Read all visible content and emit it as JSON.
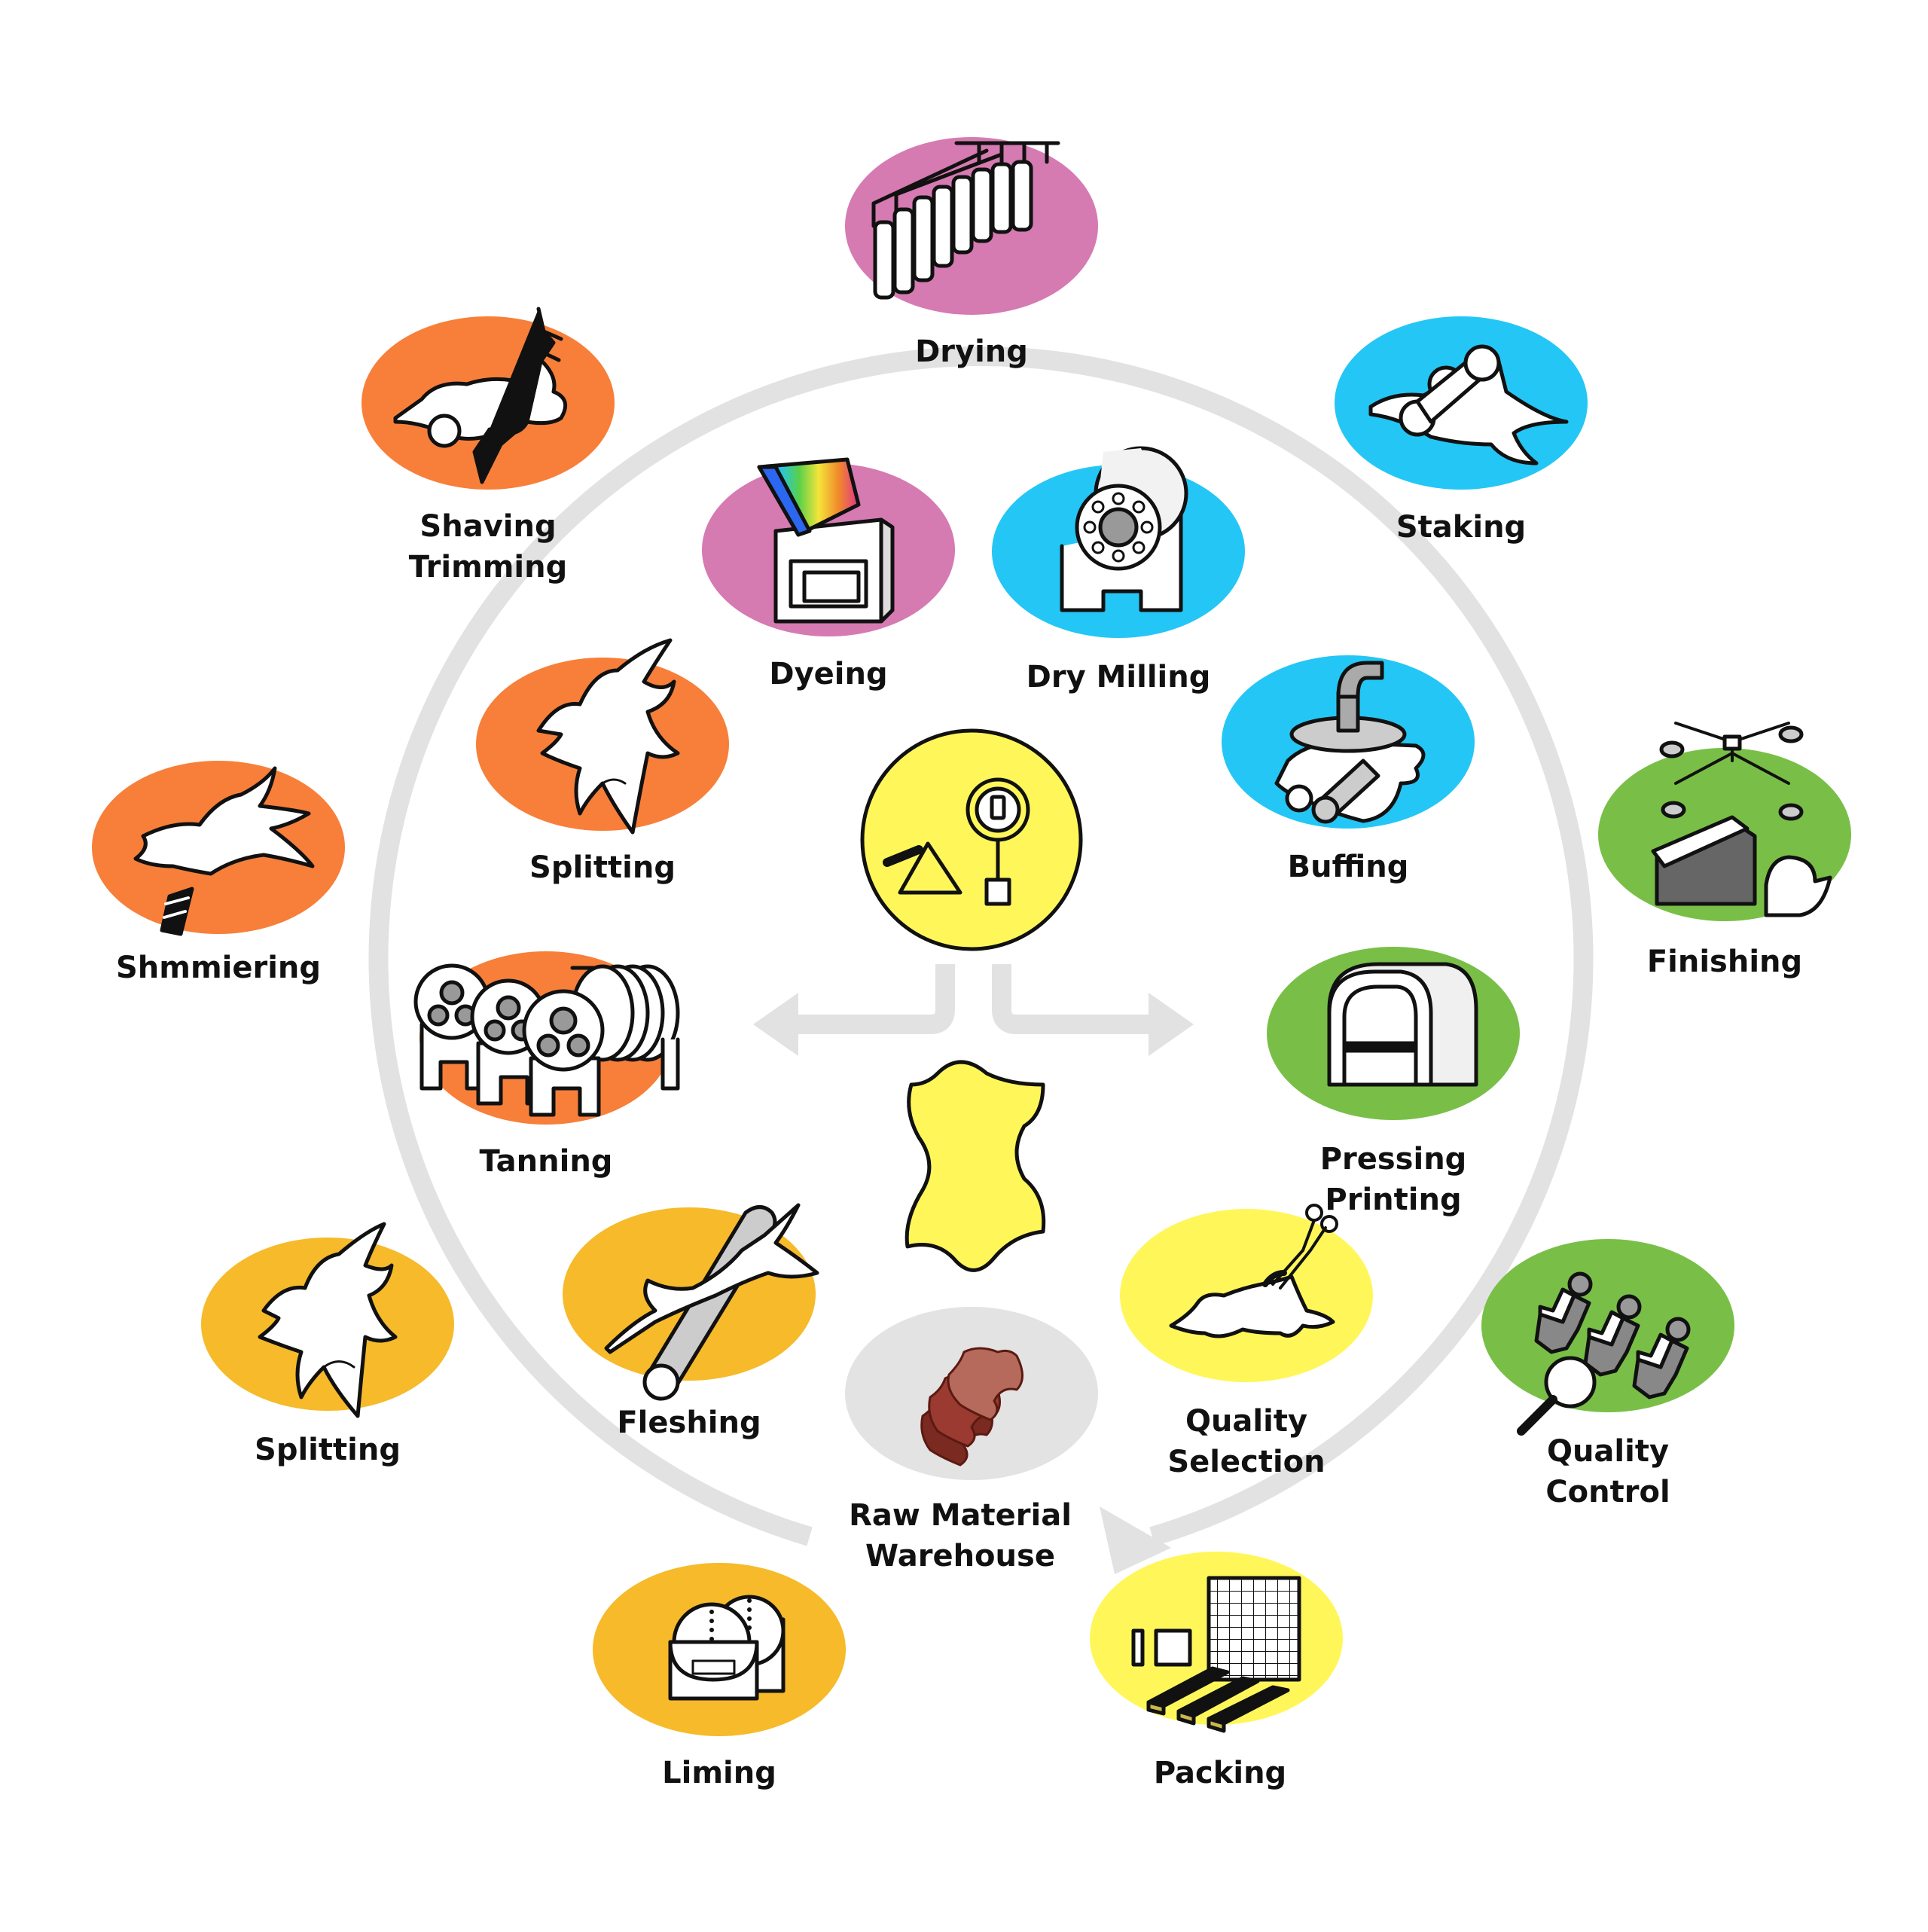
{
  "colors": {
    "orange": "#F77F3A",
    "gold": "#F6BA2A",
    "yellow": "#FFF75A",
    "pink": "#D67AB2",
    "blue": "#24C6F5",
    "green": "#79BF47",
    "grey": "#E3E3E3",
    "ring": "#E2E2E2",
    "outline": "#111111"
  },
  "stages": {
    "drying": {
      "label": "Drying",
      "color": "pink",
      "icon": "hanging-dryer-icon"
    },
    "staking": {
      "label": "Staking",
      "color": "blue",
      "icon": "staking-rollers-icon"
    },
    "finishing": {
      "label": "Finishing",
      "color": "green",
      "icon": "spray-finishing-icon"
    },
    "shaving": {
      "label": [
        "Shaving",
        "Trimming"
      ],
      "color": "orange",
      "icon": "shaving-hide-icon"
    },
    "dyeing": {
      "label": "Dyeing",
      "color": "pink",
      "icon": "dye-machine-icon"
    },
    "dry_milling": {
      "label": "Dry Milling",
      "color": "blue",
      "icon": "milling-drum-icon"
    },
    "buffing": {
      "label": "Buffing",
      "color": "blue",
      "icon": "buffing-machine-icon"
    },
    "splitting_1": {
      "label": "Splitting",
      "color": "orange",
      "icon": "hide-icon"
    },
    "shmmiering": {
      "label": "Shmmiering",
      "color": "orange",
      "icon": "hide-blade-icon"
    },
    "tanning": {
      "label": "Tanning",
      "color": "orange",
      "icon": "tanning-drums-icon"
    },
    "pressing": {
      "label": [
        "Pressing",
        "Printing"
      ],
      "color": "green",
      "icon": "press-machine-icon"
    },
    "splitting_2": {
      "label": "Splitting",
      "color": "gold",
      "icon": "hide-icon"
    },
    "fleshing": {
      "label": "Fleshing",
      "color": "gold",
      "icon": "fleshing-roller-icon"
    },
    "raw_material": {
      "label": [
        "Raw Material",
        "Warehouse"
      ],
      "color": "grey",
      "icon": "raw-hides-icon"
    },
    "quality_sel": {
      "label": [
        "Quality",
        "Selection"
      ],
      "color": "yellow",
      "icon": "scissors-hide-icon"
    },
    "quality_ctrl": {
      "label": [
        "Quality",
        "Control"
      ],
      "color": "green",
      "icon": "magnifier-pieces-icon"
    },
    "liming": {
      "label": "Liming",
      "color": "gold",
      "icon": "liming-drum-icon"
    },
    "packing": {
      "label": "Packing",
      "color": "yellow",
      "icon": "pallet-grid-icon"
    }
  },
  "center": {
    "icon": "inspection-tools-icon",
    "leather_icon": "leather-hide-icon"
  }
}
